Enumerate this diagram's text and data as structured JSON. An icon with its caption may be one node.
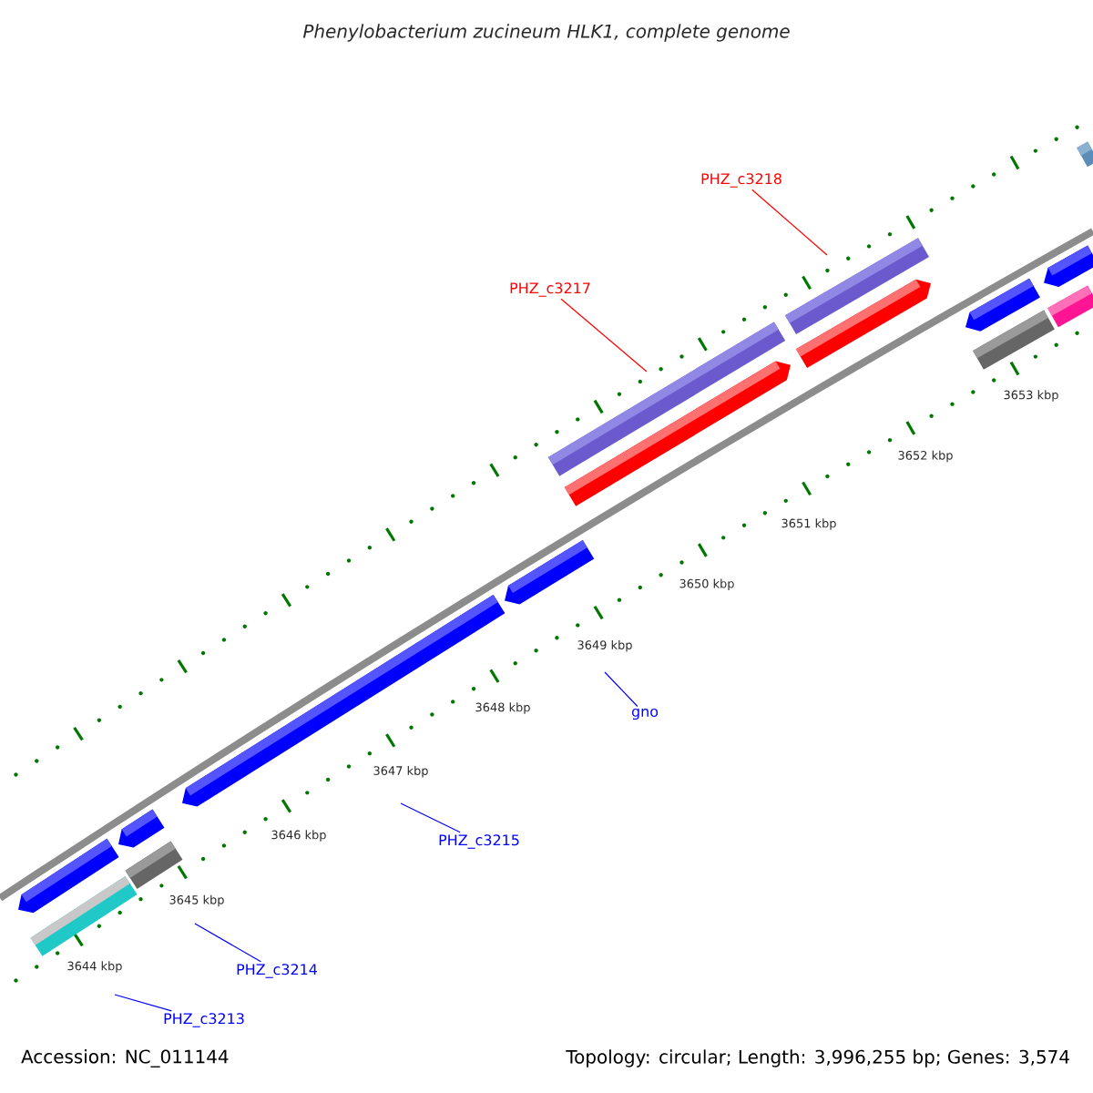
{
  "diagram": {
    "title": "Phenylobacterium zucineum HLK1, complete genome",
    "nodes": [
      {
        "text": [
          "PHZ_c3218"
        ]
      },
      {
        "text": [
          "PHZ_c3217"
        ]
      },
      {
        "text": [
          "gno"
        ]
      },
      {
        "text": [
          "PHZ_c3215"
        ]
      },
      {
        "text": [
          "PHZ_c3214"
        ]
      },
      {
        "text": [
          "PHZ_c3213"
        ]
      }
    ],
    "edges": [
      {
        "from": 0,
        "to": null,
        "arrow": "none",
        "color": "#ff0000"
      },
      {
        "from": 1,
        "to": null,
        "arrow": "none",
        "color": "#ff0000"
      },
      {
        "from": 2,
        "to": null,
        "arrow": "none"
      },
      {
        "from": 3,
        "to": null,
        "arrow": "none"
      },
      {
        "from": 4,
        "to": null,
        "arrow": "none"
      },
      {
        "from": 5,
        "to": null,
        "arrow": "none"
      }
    ],
    "labels": [
      "3653 kbp",
      "3652 kbp",
      "3651 kbp",
      "3650 kbp",
      "3649 kbp",
      "3648 kbp",
      "3647 kbp",
      "3646 kbp",
      "3645 kbp",
      "3644 kbp",
      "Accession: NC_011144",
      "Topology: circular; Length: 3,996,255 bp; Genes: 3,574"
    ]
  }
}
